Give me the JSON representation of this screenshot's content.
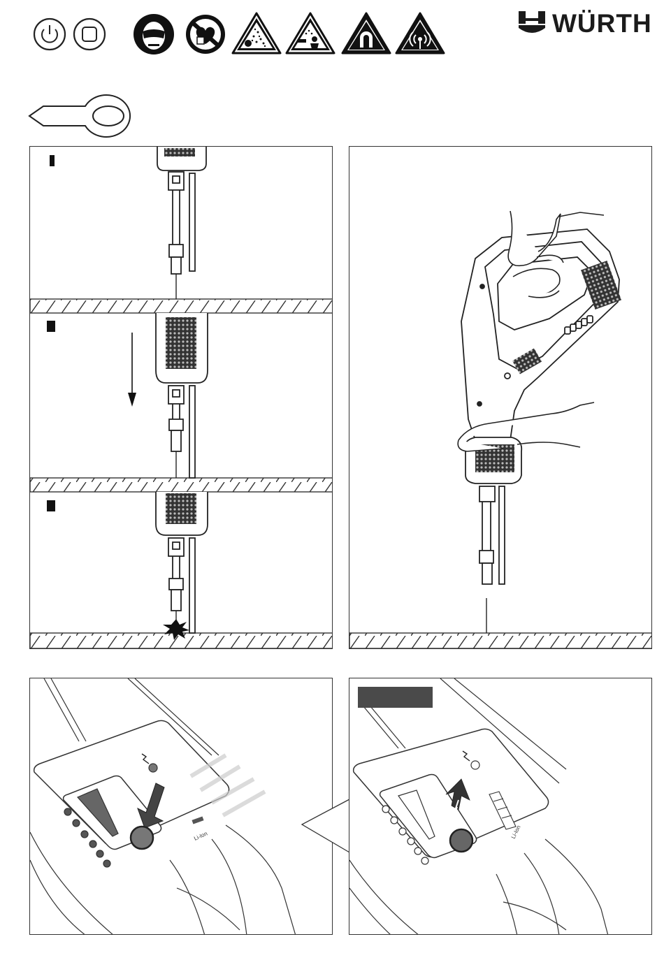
{
  "header": {
    "brand_name": "WÜRTH",
    "brand_color": "#1b1b1b",
    "icons": [
      "power-button-icon",
      "stop-button-icon",
      "wear-eye-protection-icon",
      "no-pacemaker-icon",
      "flying-sparks-warning-icon",
      "hot-surface-warning-icon",
      "magnetic-field-warning-icon",
      "electromagnetic-radiation-warning-icon"
    ]
  },
  "electrode_icon": "dent-puller-electrode-icon",
  "steps": [
    {
      "marker": "step-marker-1"
    },
    {
      "marker": "step-marker-2"
    },
    {
      "marker": "step-marker-3"
    }
  ],
  "battery_panel": {
    "label_li_ion": "Li-Ion"
  },
  "colors": {
    "line": "#333333",
    "badge": "#4a4a4a",
    "led_on": "#666666"
  }
}
